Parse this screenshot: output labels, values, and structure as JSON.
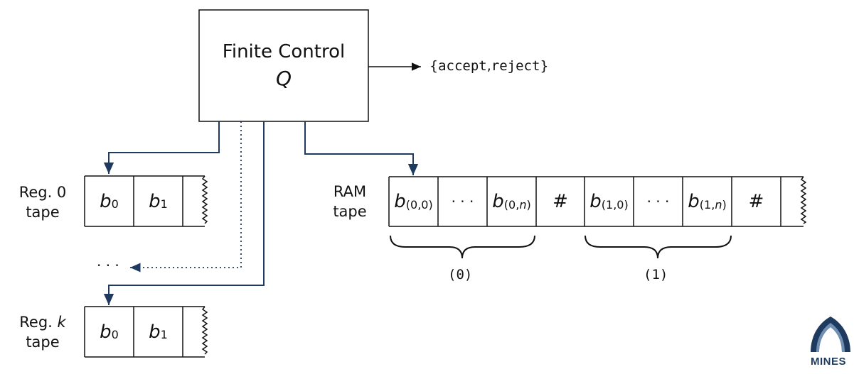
{
  "finite_control": {
    "title": "Finite Control",
    "state_symbol": "Q"
  },
  "output": {
    "text": "{accept, reject}",
    "open_brace": "{",
    "accept": "accept",
    "comma": ",",
    "reject": "reject",
    "close_brace": "}"
  },
  "register_tapes": [
    {
      "label_line1": "Reg. 0",
      "label_line2": "tape",
      "cells": [
        {
          "base": "b",
          "sub": "0"
        },
        {
          "base": "b",
          "sub": "1"
        }
      ]
    },
    {
      "label_line1": "Reg. k",
      "label_line1_prefix": "Reg.",
      "label_line1_var": "k",
      "label_line2": "tape",
      "cells": [
        {
          "base": "b",
          "sub": "0"
        },
        {
          "base": "b",
          "sub": "1"
        }
      ]
    }
  ],
  "ellipsis": "· · ·",
  "ram_tape": {
    "label_line1": "RAM",
    "label_line2": "tape",
    "cells": [
      {
        "base": "b",
        "sub": "(0,0)"
      },
      {
        "text": "· · ·"
      },
      {
        "base": "b",
        "sub_prefix": "(0,",
        "sub_var": "n",
        "sub_suffix": ")"
      },
      {
        "text": "#"
      },
      {
        "base": "b",
        "sub": "(1,0)"
      },
      {
        "text": "· · ·"
      },
      {
        "base": "b",
        "sub_prefix": "(1,",
        "sub_var": "n",
        "sub_suffix": ")"
      },
      {
        "text": "#"
      }
    ],
    "brace_labels": [
      "(0)",
      "(1)"
    ]
  },
  "logo": {
    "text": "MINES",
    "color": "#1f3a5f"
  },
  "colors": {
    "arrow": "#1f3a5f",
    "line": "#111111"
  }
}
